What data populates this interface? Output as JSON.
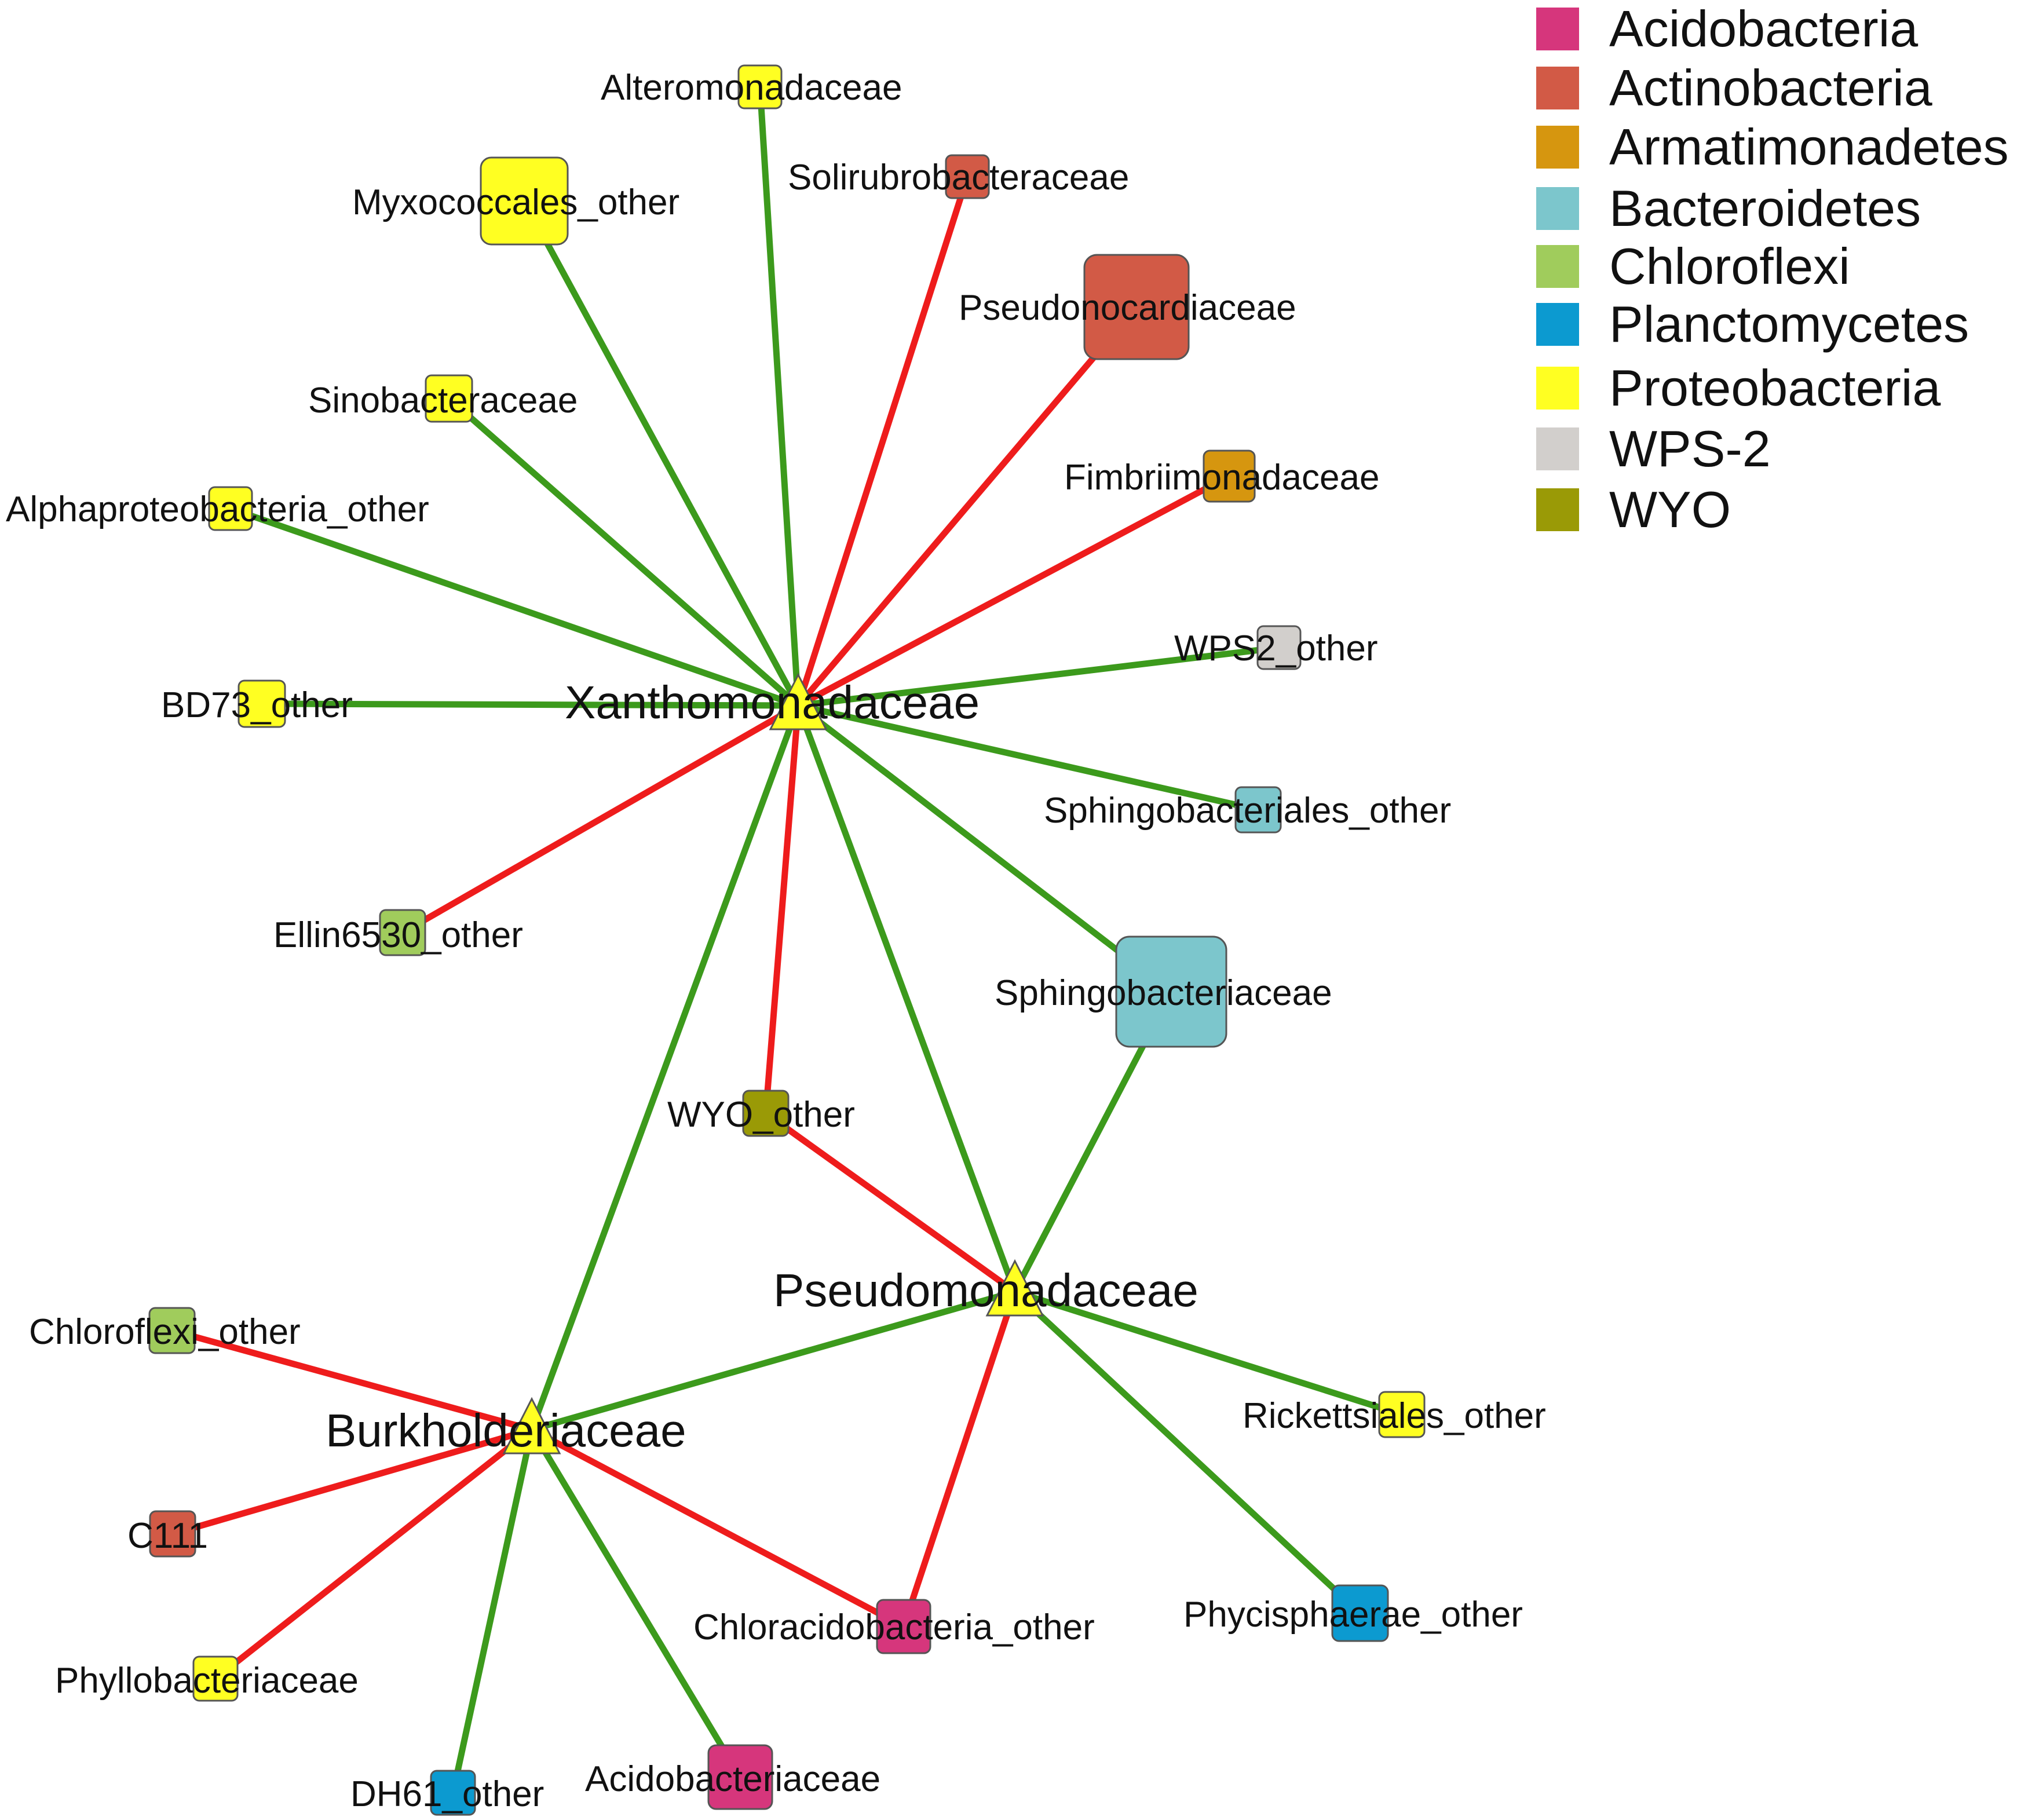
{
  "colors": {
    "positive_edge": "#3c9a1c",
    "negative_edge": "#ee1c1c"
  },
  "legend": [
    {
      "label": "Acidobacteria",
      "color": "#d6367c"
    },
    {
      "label": "Actinobacteria",
      "color": "#d25a46"
    },
    {
      "label": "Armatimonadetes",
      "color": "#d6960f"
    },
    {
      "label": "Bacteroidetes",
      "color": "#7cc6cc"
    },
    {
      "label": "Chloroflexi",
      "color": "#a0cc5c"
    },
    {
      "label": "Planctomycetes",
      "color": "#0c9ad0"
    },
    {
      "label": "Proteobacteria",
      "color": "#ffff22"
    },
    {
      "label": "WPS-2",
      "color": "#d2cfcc"
    },
    {
      "label": "WYO",
      "color": "#9a9a06"
    }
  ],
  "hubs": [
    {
      "id": "xan",
      "label": "Xanthomonadaceae",
      "phylum": "Proteobacteria"
    },
    {
      "id": "pse",
      "label": "Pseudomonadaceae",
      "phylum": "Proteobacteria"
    },
    {
      "id": "bur",
      "label": "Burkholderiaceae",
      "phylum": "Proteobacteria"
    }
  ],
  "nodes": [
    {
      "id": "alt",
      "label": "Alteromonadaceae",
      "phylum": "Proteobacteria"
    },
    {
      "id": "sol",
      "label": "Solirubrobacteraceae",
      "phylum": "Actinobacteria"
    },
    {
      "id": "myx",
      "label": "Myxococcales_other",
      "phylum": "Proteobacteria"
    },
    {
      "id": "psc",
      "label": "Pseudonocardiaceae",
      "phylum": "Actinobacteria"
    },
    {
      "id": "sin",
      "label": "Sinobacteraceae",
      "phylum": "Proteobacteria"
    },
    {
      "id": "fim",
      "label": "Fimbriimonadaceae",
      "phylum": "Armatimonadetes"
    },
    {
      "id": "alp",
      "label": "Alphaproteobacteria_other",
      "phylum": "Proteobacteria"
    },
    {
      "id": "wps",
      "label": "WPS2_other",
      "phylum": "WPS-2"
    },
    {
      "id": "bd7",
      "label": "BD73_other",
      "phylum": "Proteobacteria"
    },
    {
      "id": "sph",
      "label": "Sphingobacteriales_other",
      "phylum": "Bacteroidetes"
    },
    {
      "id": "ell",
      "label": "Ellin6530_other",
      "phylum": "Chloroflexi"
    },
    {
      "id": "spa",
      "label": "Sphingobacteriaceae",
      "phylum": "Bacteroidetes"
    },
    {
      "id": "wyo",
      "label": "WYO_other",
      "phylum": "WYO"
    },
    {
      "id": "chl",
      "label": "Chloroflexi_other",
      "phylum": "Chloroflexi"
    },
    {
      "id": "ric",
      "label": "Rickettsiales_other",
      "phylum": "Proteobacteria"
    },
    {
      "id": "c11",
      "label": "C111",
      "phylum": "Actinobacteria"
    },
    {
      "id": "cha",
      "label": "Chloracidobacteria_other",
      "phylum": "Acidobacteria"
    },
    {
      "id": "phy",
      "label": "Phycisphaerae_other",
      "phylum": "Planctomycetes"
    },
    {
      "id": "phl",
      "label": "Phyllobacteriaceae",
      "phylum": "Proteobacteria"
    },
    {
      "id": "dh6",
      "label": "DH61_other",
      "phylum": "Planctomycetes"
    },
    {
      "id": "aci",
      "label": "Acidobacteriaceae",
      "phylum": "Acidobacteria"
    }
  ],
  "edges": [
    {
      "source": "xan",
      "target": "alt",
      "sign": "positive"
    },
    {
      "source": "xan",
      "target": "sol",
      "sign": "negative"
    },
    {
      "source": "xan",
      "target": "myx",
      "sign": "positive"
    },
    {
      "source": "xan",
      "target": "psc",
      "sign": "negative"
    },
    {
      "source": "xan",
      "target": "sin",
      "sign": "positive"
    },
    {
      "source": "xan",
      "target": "fim",
      "sign": "negative"
    },
    {
      "source": "xan",
      "target": "alp",
      "sign": "positive"
    },
    {
      "source": "xan",
      "target": "wps",
      "sign": "positive"
    },
    {
      "source": "xan",
      "target": "bd7",
      "sign": "positive"
    },
    {
      "source": "xan",
      "target": "sph",
      "sign": "positive"
    },
    {
      "source": "xan",
      "target": "ell",
      "sign": "negative"
    },
    {
      "source": "xan",
      "target": "spa",
      "sign": "positive"
    },
    {
      "source": "xan",
      "target": "wyo",
      "sign": "negative"
    },
    {
      "source": "xan",
      "target": "pse",
      "sign": "positive"
    },
    {
      "source": "xan",
      "target": "bur",
      "sign": "positive"
    },
    {
      "source": "spa",
      "target": "pse",
      "sign": "positive"
    },
    {
      "source": "wyo",
      "target": "pse",
      "sign": "negative"
    },
    {
      "source": "pse",
      "target": "bur",
      "sign": "positive"
    },
    {
      "source": "pse",
      "target": "ric",
      "sign": "positive"
    },
    {
      "source": "pse",
      "target": "phy",
      "sign": "positive"
    },
    {
      "source": "pse",
      "target": "cha",
      "sign": "negative"
    },
    {
      "source": "bur",
      "target": "chl",
      "sign": "negative"
    },
    {
      "source": "bur",
      "target": "c11",
      "sign": "negative"
    },
    {
      "source": "bur",
      "target": "cha",
      "sign": "negative"
    },
    {
      "source": "bur",
      "target": "phl",
      "sign": "negative"
    },
    {
      "source": "bur",
      "target": "dh6",
      "sign": "positive"
    },
    {
      "source": "bur",
      "target": "aci",
      "sign": "positive"
    }
  ]
}
